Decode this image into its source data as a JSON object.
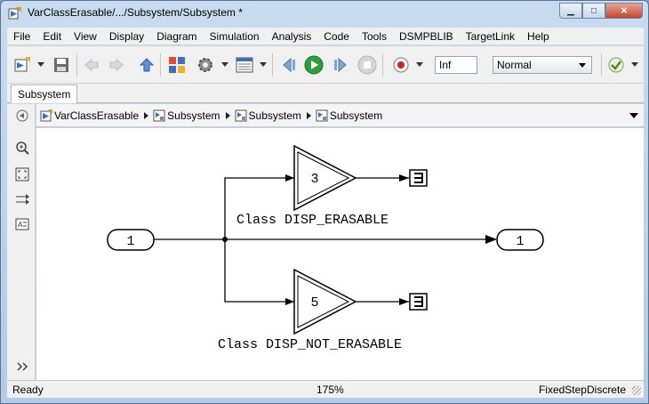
{
  "window": {
    "title": "VarClassErasable/.../Subsystem/Subsystem *",
    "minimize_glyph": "▁",
    "maximize_glyph": "□",
    "close_glyph": "✕"
  },
  "menu": [
    "File",
    "Edit",
    "View",
    "Display",
    "Diagram",
    "Simulation",
    "Analysis",
    "Code",
    "Tools",
    "DSMPBLIB",
    "TargetLink",
    "Help"
  ],
  "toolbar": {
    "stop_time": "Inf",
    "sim_mode": "Normal",
    "icons": [
      "new-model-icon",
      "save-icon",
      "back-icon",
      "forward-icon",
      "up-icon",
      "library-browser-icon",
      "model-config-icon",
      "model-explorer-icon",
      "step-back-icon",
      "run-icon",
      "step-forward-icon",
      "stop-icon",
      "record-icon",
      "model-advisor-icon"
    ]
  },
  "tabs": [
    "Subsystem"
  ],
  "breadcrumb": [
    "VarClassErasable",
    "Subsystem",
    "Subsystem",
    "Subsystem"
  ],
  "diagram": {
    "inport": "1",
    "outport": "1",
    "gain_top": "3",
    "gain_bottom": "5",
    "label_top": "Class DISP_ERASABLE",
    "label_bottom": "Class DISP_NOT_ERASABLE"
  },
  "status": {
    "state": "Ready",
    "zoom": "175%",
    "solver": "FixedStepDiscrete"
  },
  "colors": {
    "run_green": "#2e9e3a",
    "record_red": "#d02020",
    "chrome_blue": "#c9dbee"
  }
}
